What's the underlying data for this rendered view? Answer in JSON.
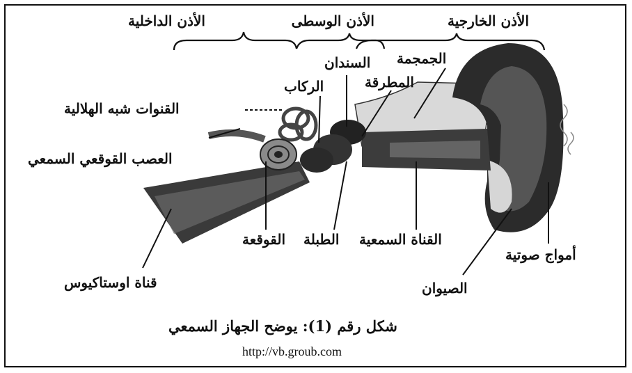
{
  "section_labels": {
    "outer_ear": "الأذن الخارجية",
    "middle_ear": "الأذن الوسطى",
    "inner_ear": "الأذن الداخلية"
  },
  "part_labels": {
    "incus": "السندان",
    "skull": "الجمجمة",
    "stapes": "الركاب",
    "malleus": "المطرقة",
    "semicircular_canals": "القنوات شبه الهلالية",
    "cochlear_nerve": "العصب القوقعي السمعي",
    "cochlea": "القوقعة",
    "eardrum": "الطبلة",
    "ear_canal": "القناة السمعية",
    "sound_waves": "أمواج صوتية",
    "eustachian_tube": "قناة اوستاكيوس",
    "pinna": "الصيوان"
  },
  "caption": "شكل رقم (1): يوضح الجهاز السمعي",
  "source_url": "http://vb.groub.com"
}
